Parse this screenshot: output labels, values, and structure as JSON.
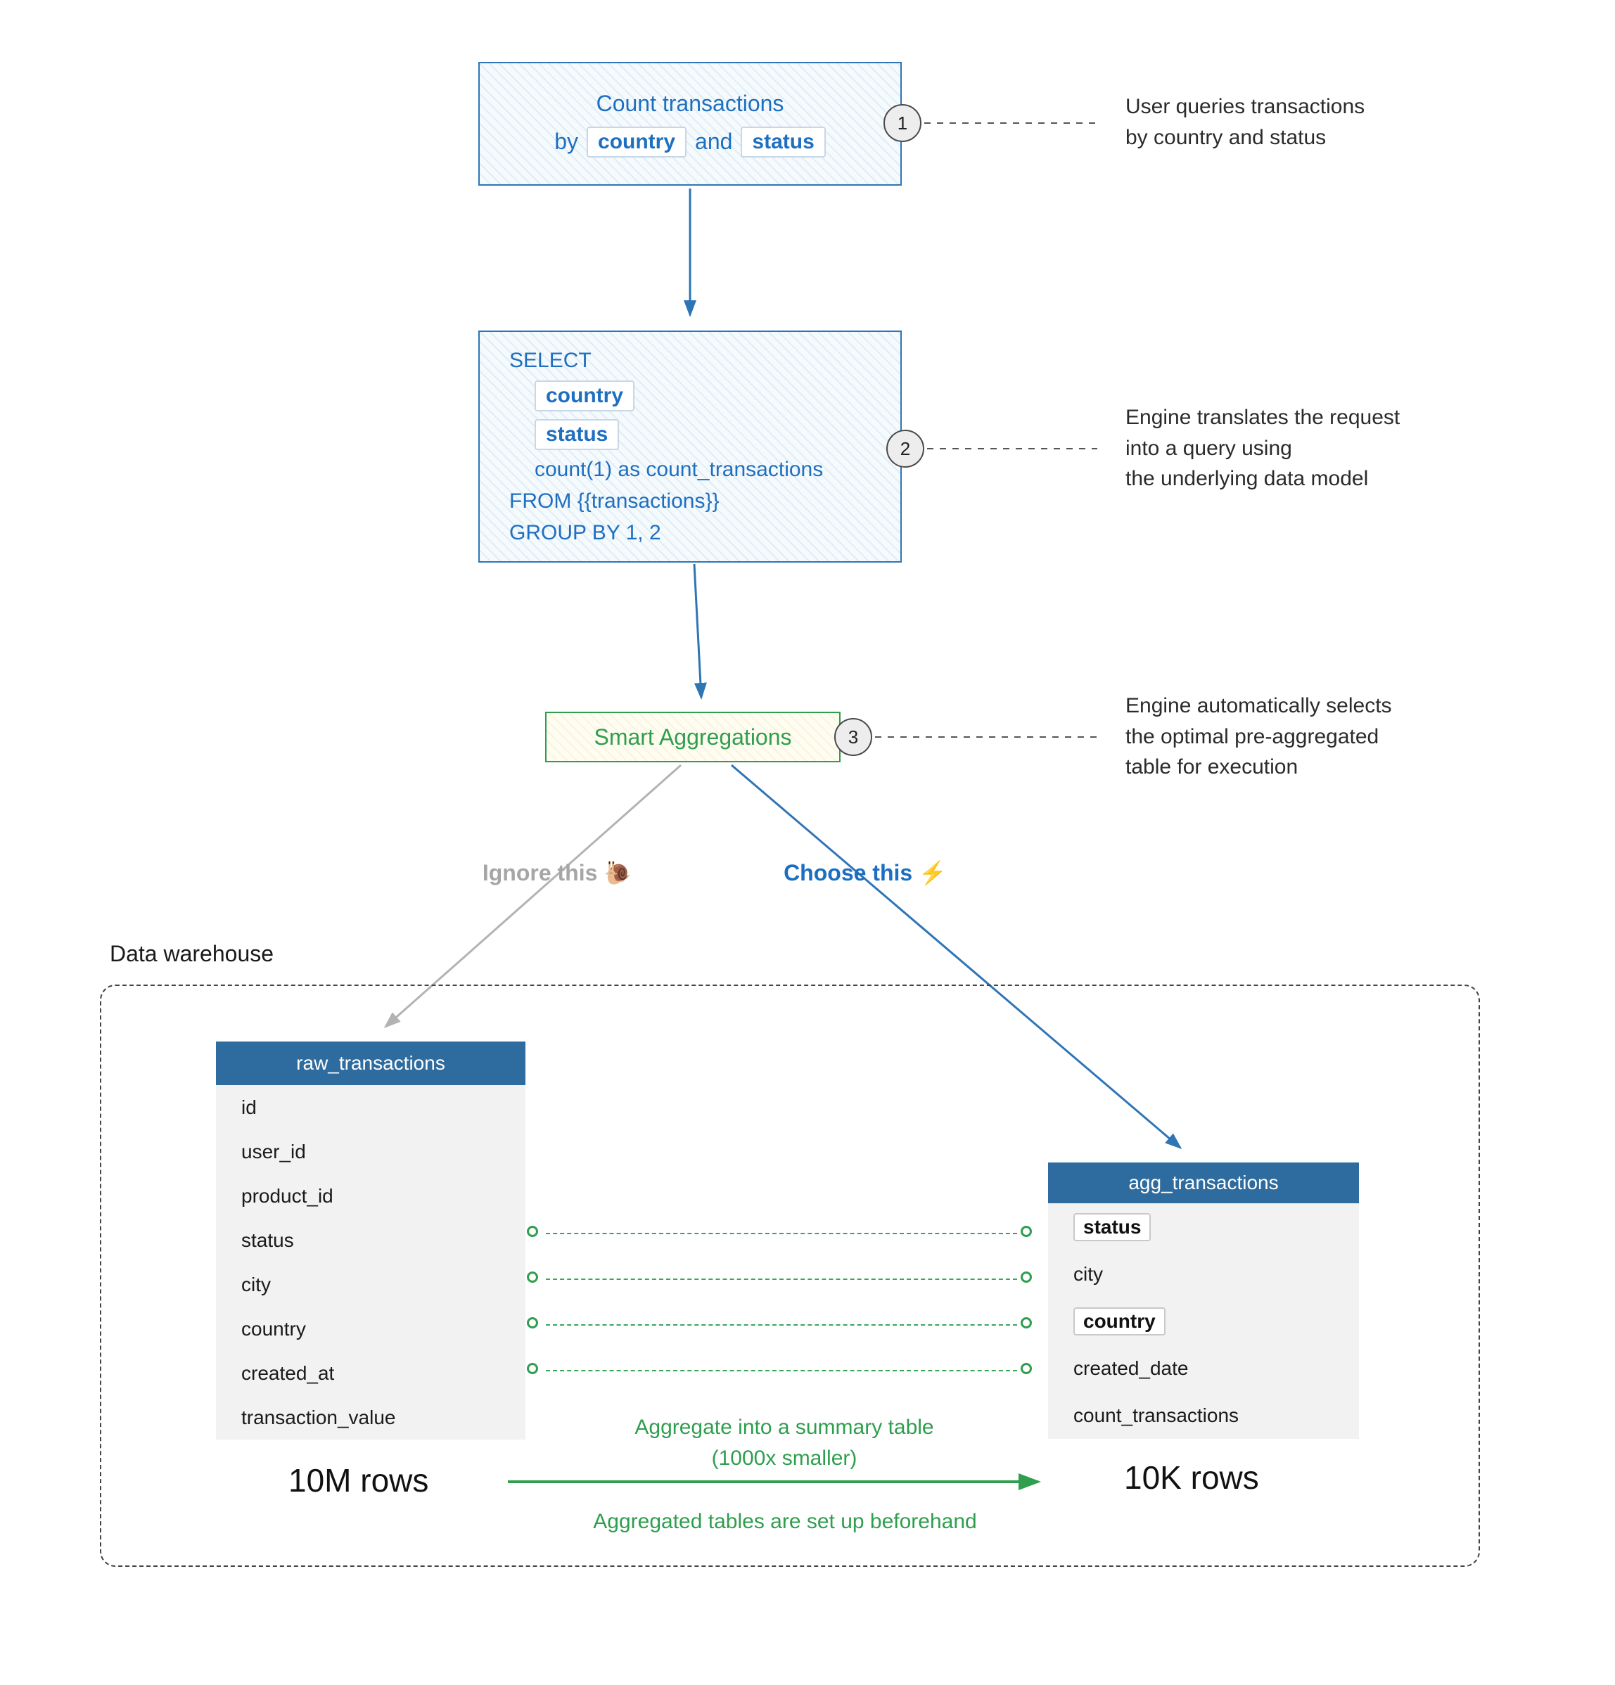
{
  "step1": {
    "title": "Count transactions",
    "by_label": "by",
    "and_label": "and",
    "chip_country": "country",
    "chip_status": "status",
    "badge": "1",
    "annotation": "User queries transactions\nby country and status"
  },
  "step2": {
    "sql_select": "SELECT",
    "chip_country": "country",
    "chip_status": "status",
    "sql_count": "count(1) as count_transactions",
    "sql_from": "FROM {{transactions}}",
    "sql_group": "GROUP BY 1, 2",
    "badge": "2",
    "annotation": "Engine translates the request\ninto a query using\nthe underlying data model"
  },
  "step3": {
    "label": "Smart Aggregations",
    "badge": "3",
    "annotation": "Engine automatically selects\nthe optimal pre-aggregated\ntable for execution"
  },
  "branches": {
    "ignore_label": "Ignore this 🐌",
    "choose_label": "Choose this ⚡"
  },
  "warehouse": {
    "label": "Data warehouse",
    "raw_table": {
      "title": "raw_transactions",
      "columns": [
        "id",
        "user_id",
        "product_id",
        "status",
        "city",
        "country",
        "created_at",
        "transaction_value"
      ],
      "rows_label": "10M rows"
    },
    "agg_table": {
      "title": "agg_transactions",
      "columns": [
        {
          "label": "status",
          "boxed": true
        },
        {
          "label": "city",
          "boxed": false
        },
        {
          "label": "country",
          "boxed": true
        },
        {
          "label": "created_date",
          "boxed": false
        },
        {
          "label": "count_transactions",
          "boxed": false
        }
      ],
      "rows_label": "10K rows"
    },
    "aggregate_note": "Aggregate into a summary table\n(1000x smaller)",
    "setup_note": "Aggregated tables are set up beforehand"
  },
  "colors": {
    "blue": "#1f6fc0",
    "border_blue": "#2e75b6",
    "green": "#2f9e4e",
    "header_blue": "#2e6b9e",
    "gray_arrow": "#b3b3b3"
  }
}
